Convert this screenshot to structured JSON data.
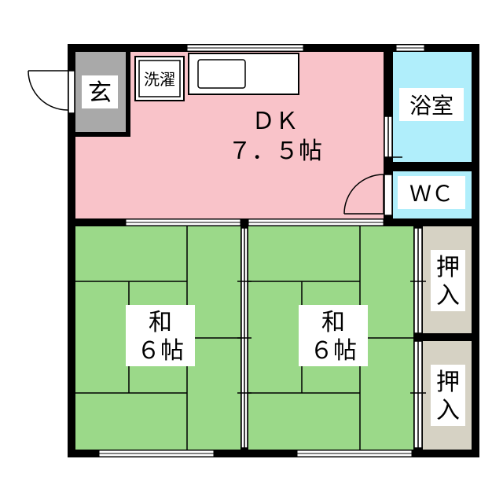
{
  "rooms": {
    "entrance": {
      "label": "玄",
      "color": "#a9a9a9"
    },
    "laundry": {
      "label": "洗濯"
    },
    "dk": {
      "name": "ＤＫ",
      "size": "７．５帖",
      "color": "#f9c3c9"
    },
    "bath": {
      "label": "浴室",
      "color": "#b0eefb"
    },
    "wc": {
      "label": "ＷＣ",
      "color": "#b0eefb"
    },
    "washitsu_left": {
      "name": "和",
      "size": "６帖",
      "color": "#9bd989"
    },
    "washitsu_right": {
      "name": "和",
      "size": "６帖",
      "color": "#9bd989"
    },
    "closet_top": {
      "label_1": "押",
      "label_2": "入",
      "color": "#d6d2c4"
    },
    "closet_bottom": {
      "label_1": "押",
      "label_2": "入",
      "color": "#d6d2c4"
    }
  },
  "colors": {
    "wall": "#000000",
    "tatami_line": "#000000"
  }
}
